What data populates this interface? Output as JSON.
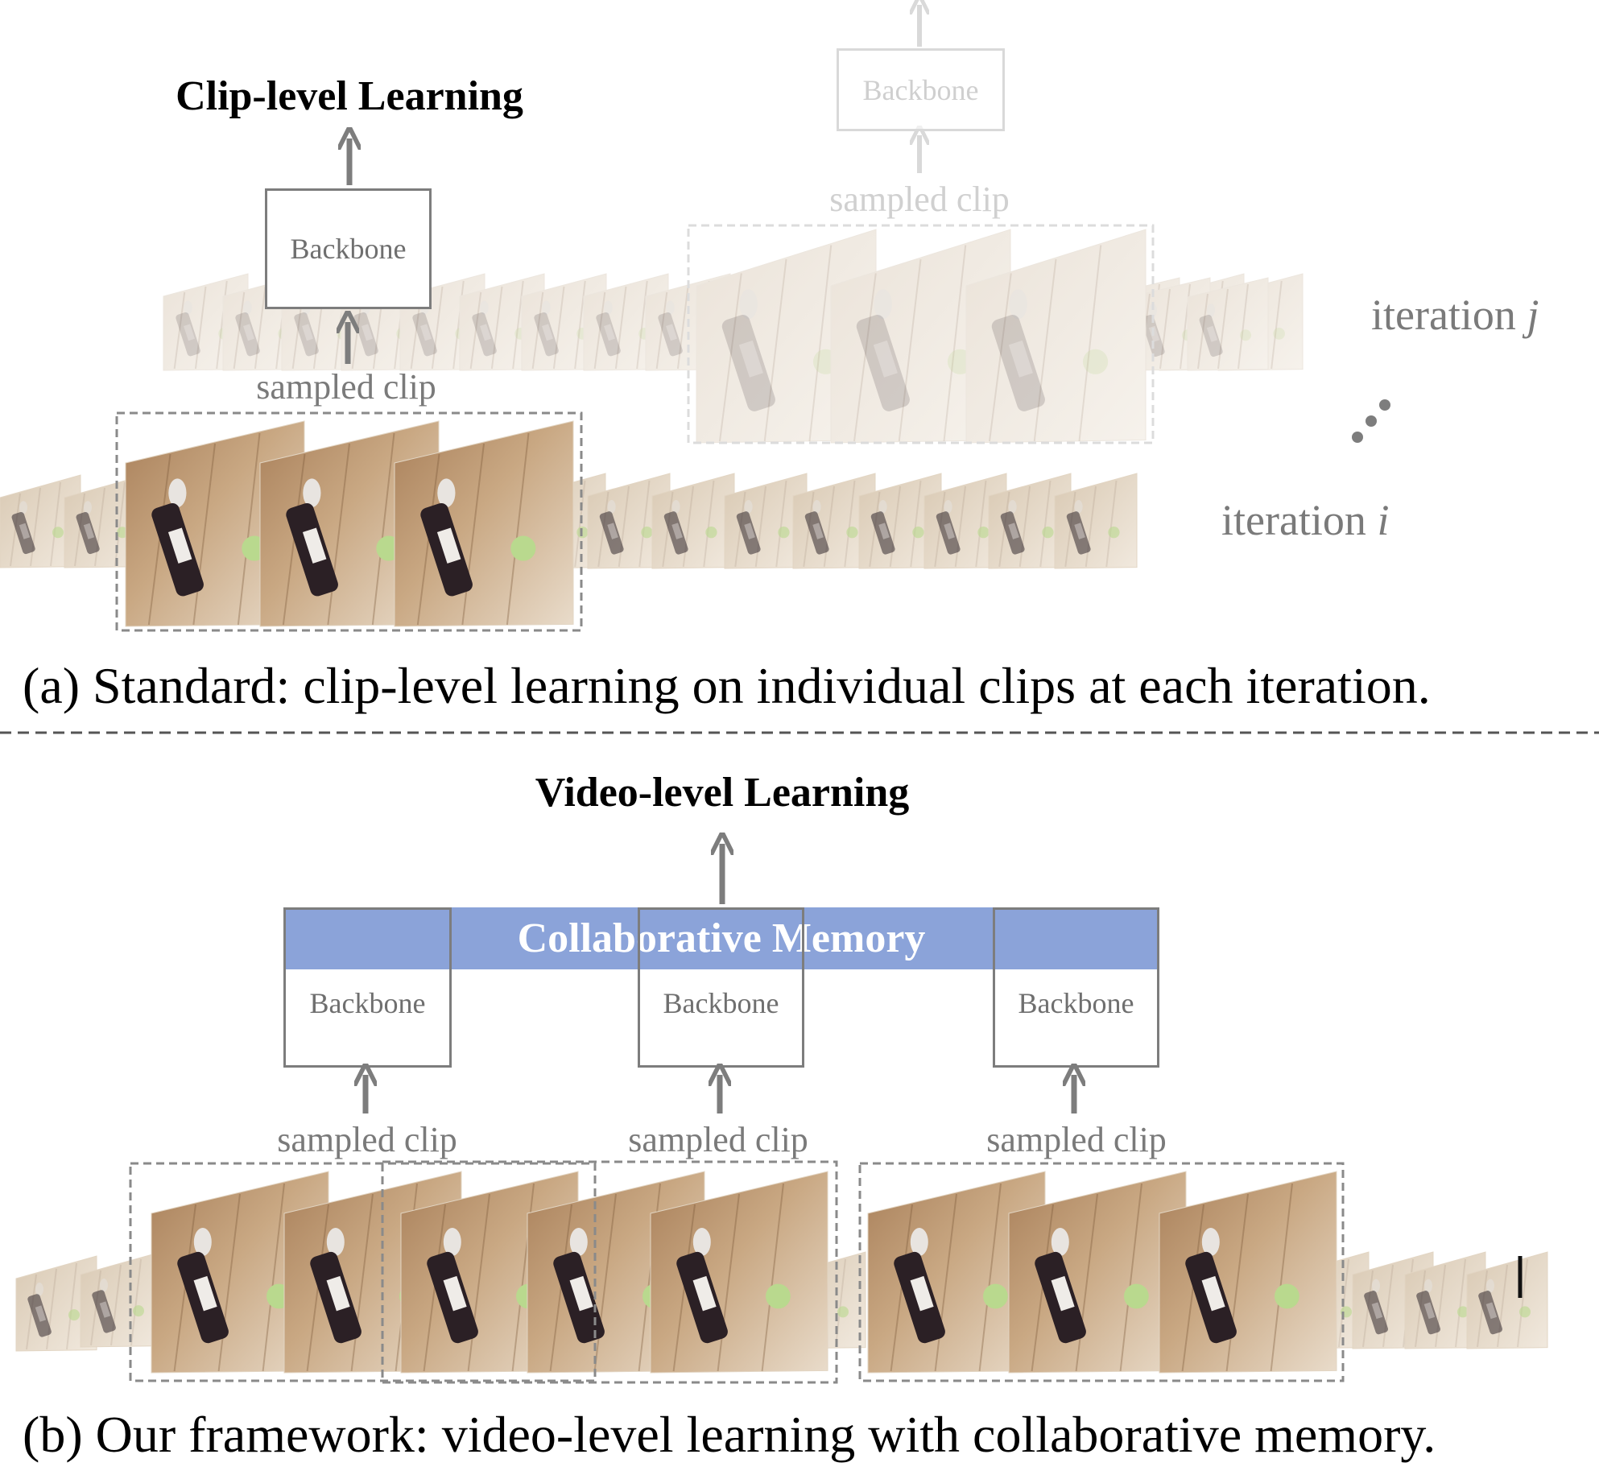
{
  "section_a": {
    "title": "Clip-level Learning",
    "backbone_label": "Backbone",
    "sampled_clip_label": "sampled clip",
    "faint_backbone_label": "Backbone",
    "faint_sampled_clip_label": "sampled clip",
    "iteration_j_prefix": "iteration ",
    "iteration_j_var": "j",
    "iteration_i_prefix": "iteration ",
    "iteration_i_var": "i",
    "caption": "(a) Standard: clip-level learning on individual clips at each iteration."
  },
  "section_b": {
    "title": "Video-level Learning",
    "memory_label": "Collaborative Memory",
    "backbones": [
      "Backbone",
      "Backbone",
      "Backbone"
    ],
    "sampled_clip_labels": [
      "sampled clip",
      "sampled clip",
      "sampled clip"
    ],
    "caption": "(b) Our framework: video-level learning with collaborative memory."
  },
  "colors": {
    "memory_bar": "#8ba3d9",
    "arrow": "#7d7d7d",
    "faint": "#d9d9d9",
    "frame_wood_light": "#e7d8c4",
    "frame_wood_dark": "#b08a63",
    "bottle": "#2b2025",
    "ball": "#b9d98e"
  }
}
